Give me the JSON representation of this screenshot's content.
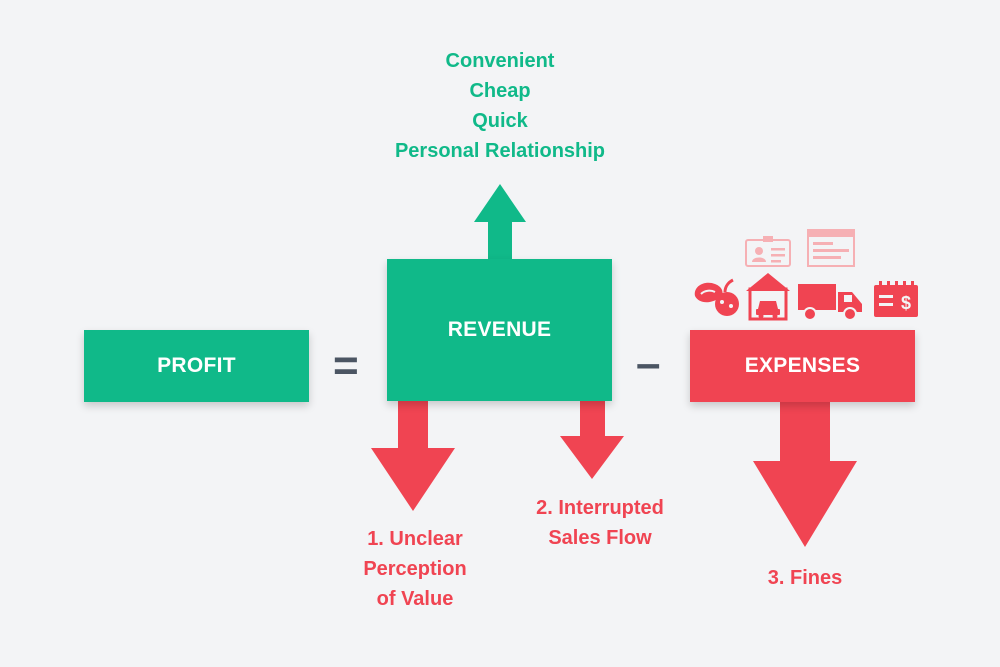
{
  "profit": {
    "label": "PROFIT"
  },
  "revenue": {
    "label": "REVENUE"
  },
  "expenses": {
    "label": "EXPENSES"
  },
  "operators": {
    "equals": "=",
    "minus": "–"
  },
  "benefits": [
    "Convenient",
    "Cheap",
    "Quick",
    "Personal Relationship"
  ],
  "problems": [
    {
      "lines": [
        "1. Unclear",
        "Perception",
        "of Value"
      ]
    },
    {
      "lines": [
        "2. Interrupted",
        "Sales Flow"
      ]
    },
    {
      "lines": [
        "3. Fines"
      ]
    }
  ],
  "expense_icons": [
    "fruit-icon",
    "id-card-icon",
    "warehouse-icon",
    "document-icon",
    "truck-icon",
    "invoice-icon"
  ],
  "colors": {
    "green": "#10b989",
    "red": "#f04452",
    "operator": "#4b5563",
    "background": "#f3f4f6",
    "icon_light": "#f6b0b4"
  }
}
